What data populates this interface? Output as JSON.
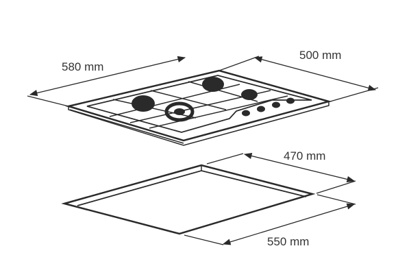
{
  "dimensions": {
    "hob_width": "580 mm",
    "hob_depth": "500 mm",
    "cutout_depth": "470 mm",
    "cutout_width": "550 mm"
  },
  "colors": {
    "line": "#2a2a2a",
    "text": "#333333",
    "background": "#ffffff"
  }
}
